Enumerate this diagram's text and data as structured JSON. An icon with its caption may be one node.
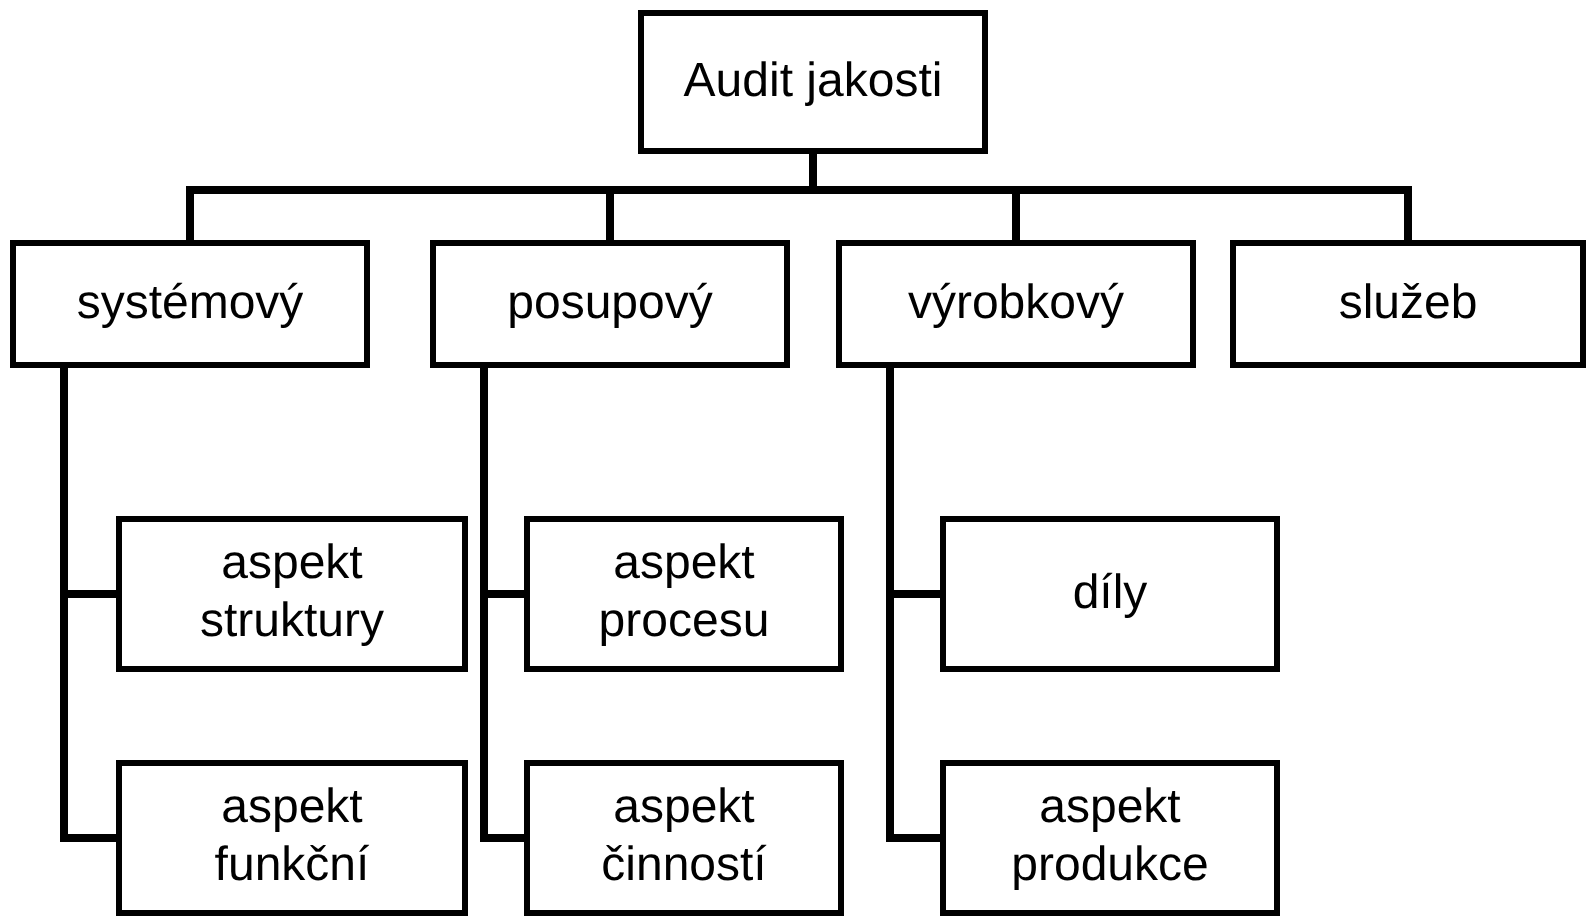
{
  "diagram": {
    "nodes": [
      {
        "text": [
          "Audit jakosti"
        ]
      },
      {
        "text": [
          "systémový"
        ]
      },
      {
        "text": [
          "posupový"
        ]
      },
      {
        "text": [
          "výrobkový"
        ]
      },
      {
        "text": [
          "služeb"
        ]
      },
      {
        "text": [
          "aspekt struktury"
        ]
      },
      {
        "text": [
          "aspekt funkční"
        ]
      },
      {
        "text": [
          "aspekt procesu"
        ]
      },
      {
        "text": [
          "aspekt činností"
        ]
      },
      {
        "text": [
          "díly"
        ]
      },
      {
        "text": [
          "aspekt produkce"
        ]
      }
    ],
    "edges": [
      {
        "from": 0,
        "to": 1,
        "arrow": "none"
      },
      {
        "from": 0,
        "to": 2,
        "arrow": "none"
      },
      {
        "from": 0,
        "to": 3,
        "arrow": "none"
      },
      {
        "from": 0,
        "to": 4,
        "arrow": "none"
      },
      {
        "from": 1,
        "to": 5,
        "arrow": "none"
      },
      {
        "from": 1,
        "to": 6,
        "arrow": "none"
      },
      {
        "from": 2,
        "to": 7,
        "arrow": "none"
      },
      {
        "from": 2,
        "to": 8,
        "arrow": "none"
      },
      {
        "from": 3,
        "to": 9,
        "arrow": "none"
      },
      {
        "from": 3,
        "to": 10,
        "arrow": "none"
      }
    ]
  }
}
